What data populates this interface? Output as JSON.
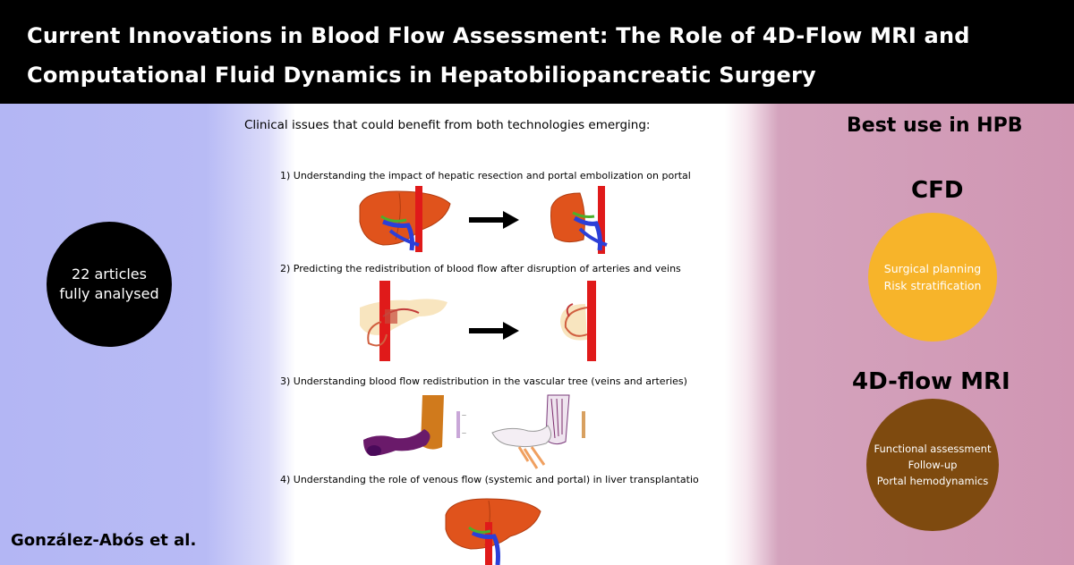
{
  "header": {
    "title_line1": "Current Innovations in Blood Flow Assessment: The Role of 4D-Flow MRI and",
    "title_line2": "Computational Fluid Dynamics in Hepatobiliopancreatic Surgery"
  },
  "left_panel": {
    "articles_line1": "22 articles",
    "articles_line2": "fully analysed",
    "authors": "González-Abós et al."
  },
  "center": {
    "heading": "Clinical issues that could benefit from both technologies emerging:",
    "issues": [
      "1) Understanding the impact of hepatic resection and portal embolization on portal",
      "2) Predicting the redistribution of blood flow after disruption of arteries and veins",
      "3) Understanding blood flow redistribution in the vascular tree (veins and arteries)",
      "4) Understanding the role of venous flow (systemic and portal) in liver transplantatio"
    ]
  },
  "right_panel": {
    "heading": "Best use in HPB",
    "cfd": {
      "title": "CFD",
      "uses": [
        "Surgical planning",
        "Risk stratification"
      ],
      "color": "#f7b42a"
    },
    "mri": {
      "title": "4D-flow MRI",
      "uses": [
        "Functional assessment",
        "Follow-up",
        "Portal hemodynamics"
      ],
      "color": "#7e4a0f"
    }
  },
  "colors": {
    "left_bg": "#b3b6f4",
    "right_bg": "#d096b3",
    "header_bg": "#000000",
    "liver": "#e0531c",
    "vessel_red": "#e01a1a",
    "vessel_blue": "#2b3fd8",
    "vessel_green": "#4caf2a"
  }
}
